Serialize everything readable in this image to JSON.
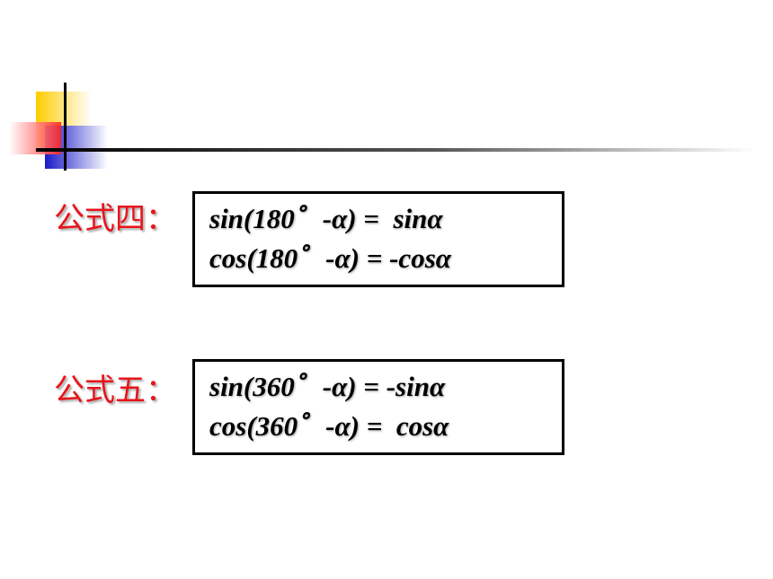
{
  "formula4": {
    "label": "公式四：",
    "lines": [
      "sin(180゜-α) =  sinα",
      "cos(180゜-α) = -cosα"
    ]
  },
  "formula5": {
    "label": "公式五：",
    "lines": [
      "sin(360゜-α) = -sinα",
      "cos(360゜-α) =  cosα"
    ]
  },
  "colors": {
    "label": "#e8141b",
    "deco_yellow": "#ffcc00",
    "deco_red": "#ff3333",
    "deco_blue": "#2222cc"
  }
}
